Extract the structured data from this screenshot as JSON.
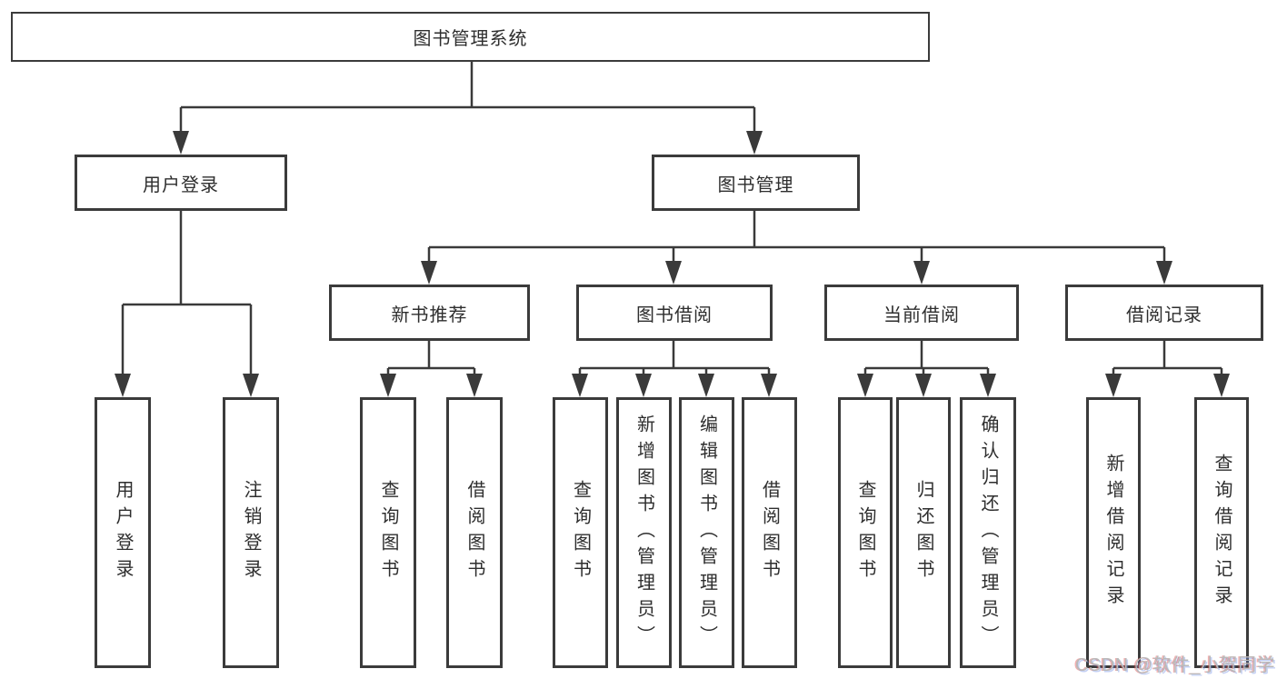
{
  "diagram": {
    "title": "图书管理系统",
    "watermark": "CSDN @软件_小贺同学",
    "colors": {
      "line": "#3a3a3a",
      "box_border": "#3b3b3b",
      "text": "#2e2e2e",
      "background": "#ffffff",
      "watermark": "#b9b9b9"
    },
    "tree": {
      "root": {
        "label": "图书管理系统",
        "children": [
          {
            "label": "用户登录",
            "children": [
              {
                "label": "用户登录"
              },
              {
                "label": "注销登录"
              }
            ]
          },
          {
            "label": "图书管理",
            "children": [
              {
                "label": "新书推荐",
                "children": [
                  {
                    "label": "查询图书"
                  },
                  {
                    "label": "借阅图书"
                  }
                ]
              },
              {
                "label": "图书借阅",
                "children": [
                  {
                    "label": "查询图书"
                  },
                  {
                    "label": "新增图书（管理员）"
                  },
                  {
                    "label": "编辑图书（管理员）"
                  },
                  {
                    "label": "借阅图书"
                  }
                ]
              },
              {
                "label": "当前借阅",
                "children": [
                  {
                    "label": "查询图书"
                  },
                  {
                    "label": "归还图书"
                  },
                  {
                    "label": "确认归还（管理员）"
                  }
                ]
              },
              {
                "label": "借阅记录",
                "children": [
                  {
                    "label": "新增借阅记录"
                  },
                  {
                    "label": "查询借阅记录"
                  }
                ]
              }
            ]
          }
        ]
      }
    }
  }
}
